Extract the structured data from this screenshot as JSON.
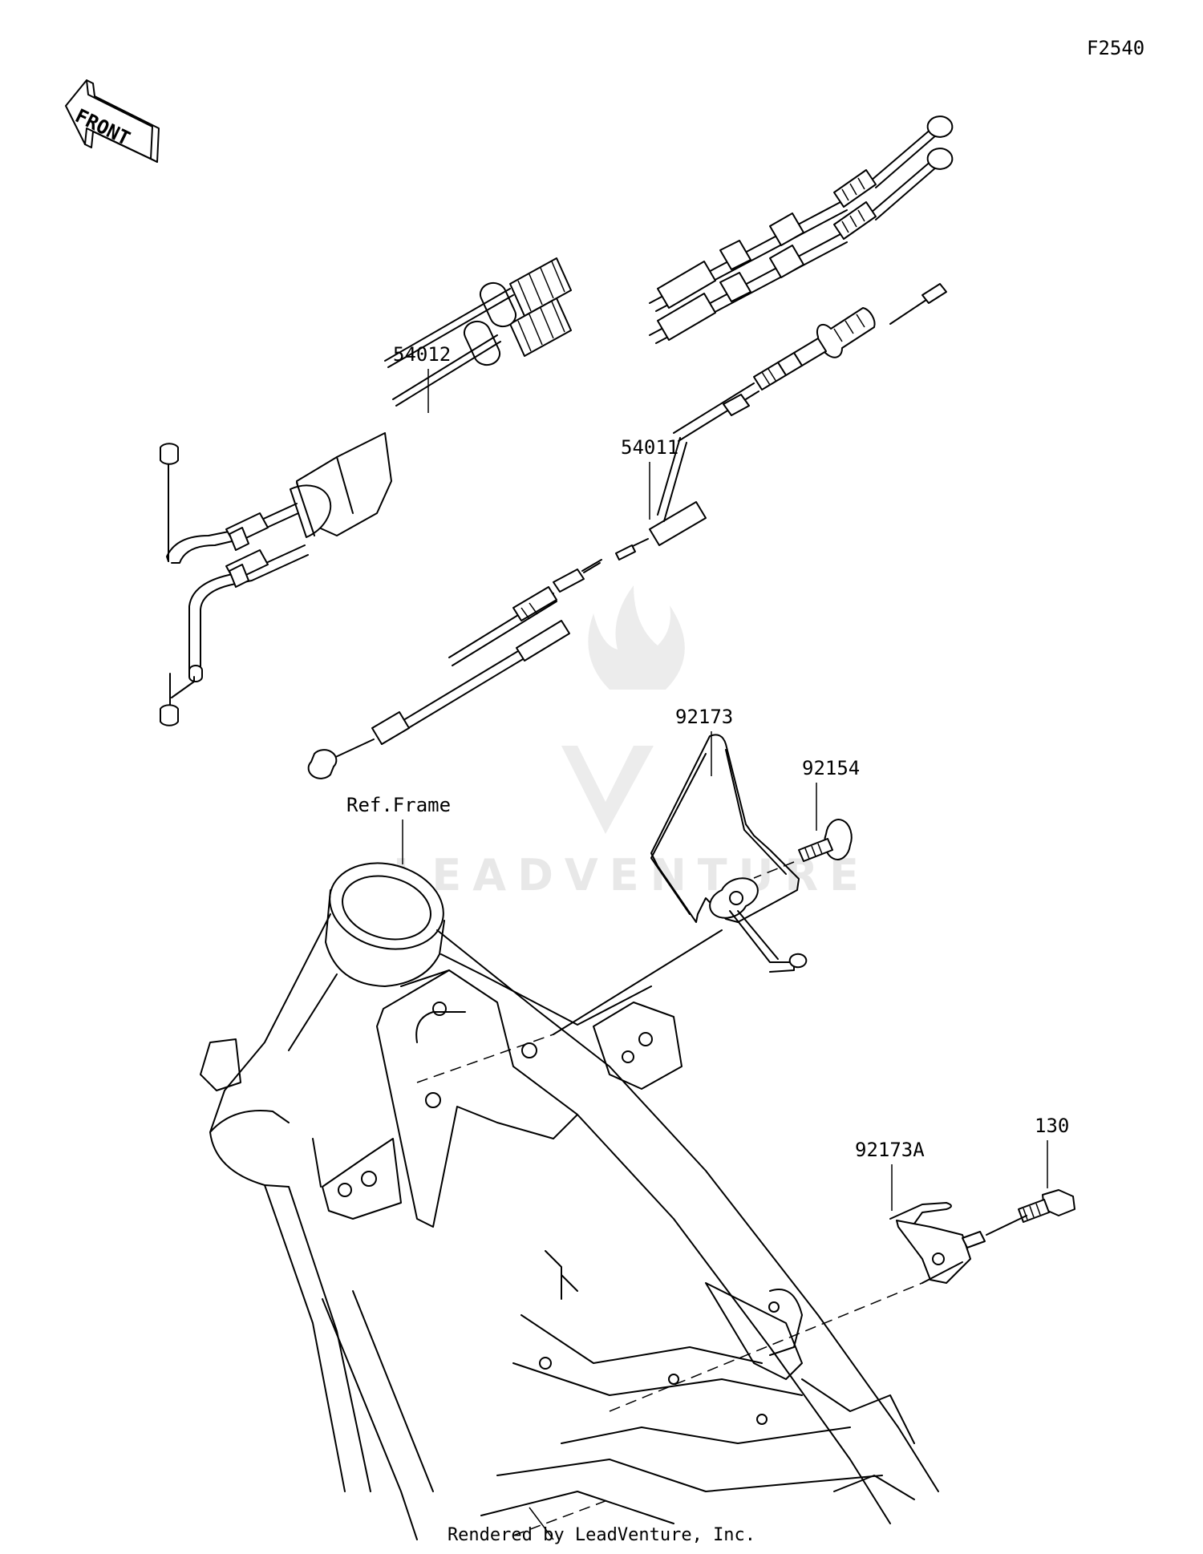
{
  "diagram_code": "F2540",
  "front_arrow_text": "FRONT",
  "watermark_text": "LEADVENTURE",
  "footer": "Rendered by LeadVenture, Inc.",
  "parts": [
    {
      "number": "54012"
    },
    {
      "number": "54011"
    },
    {
      "number": "92173"
    },
    {
      "number": "92154"
    },
    {
      "number": "92173A"
    },
    {
      "number": "130"
    }
  ],
  "reference_label": "Ref.Frame",
  "colors": {
    "line": "#000000",
    "background": "#ffffff",
    "watermark": "#e8e8e8"
  }
}
